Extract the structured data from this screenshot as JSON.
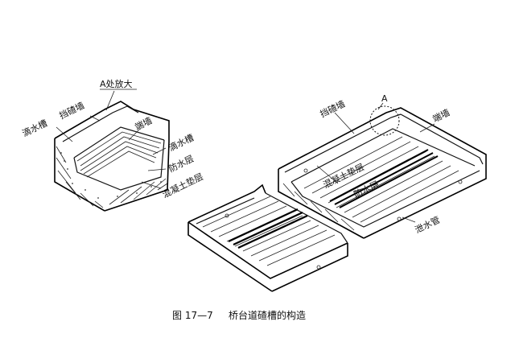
{
  "labels": {
    "detail_title": "A处放大",
    "left_parapet": "挡碴墙",
    "left_drip": "滴水槽",
    "left_end_wall": "端墙",
    "left_drain_groove": "滴水槽",
    "left_waterproof": "防水层",
    "left_concrete": "混凝土垫层",
    "right_parapet": "挡碴墙",
    "right_marker": "A",
    "right_end_wall": "端墙",
    "right_concrete": "混凝土垫层",
    "right_waterproof": "防水层",
    "right_drain_pipe": "泄水管"
  },
  "caption": {
    "figure_no": "图 17—7",
    "title": "桥台道碴槽的构造"
  }
}
